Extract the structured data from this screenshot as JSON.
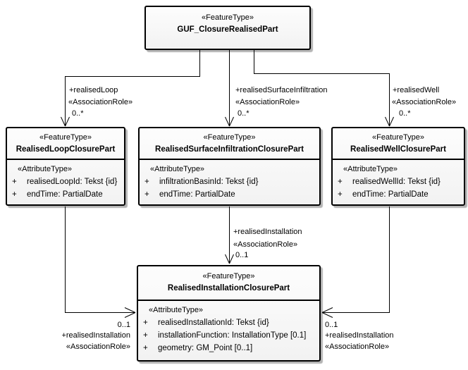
{
  "diagram": {
    "background": "#ffffff",
    "line_color": "#000000",
    "box_border_color": "#000000",
    "box_fill_top": "#fdfdfd",
    "box_fill_bottom": "#f2f2f2",
    "shadow_color": "#b4b4b4",
    "text_color": "#000000"
  },
  "classes": {
    "top": {
      "stereotype": "«FeatureType»",
      "name": "GUF_ClosureRealisedPart"
    },
    "loop": {
      "stereotype": "«FeatureType»",
      "name": "RealisedLoopClosurePart",
      "attr_header": "«AttributeType»",
      "attributes": [
        {
          "vis": "+",
          "text": "realisedLoopId: Tekst {id}"
        },
        {
          "vis": "+",
          "text": "endTime: PartialDate"
        }
      ]
    },
    "surface": {
      "stereotype": "«FeatureType»",
      "name": "RealisedSurfaceInfiltrationClosurePart",
      "attr_header": "«AttributeType»",
      "attributes": [
        {
          "vis": "+",
          "text": "infiltrationBasinId: Tekst {id}"
        },
        {
          "vis": "+",
          "text": "endTime: PartialDate"
        }
      ]
    },
    "well": {
      "stereotype": "«FeatureType»",
      "name": "RealisedWellClosurePart",
      "attr_header": "«AttributeType»",
      "attributes": [
        {
          "vis": "+",
          "text": "realisedWellId: Tekst {id}"
        },
        {
          "vis": "+",
          "text": "endTime: PartialDate"
        }
      ]
    },
    "installation": {
      "stereotype": "«FeatureType»",
      "name": "RealisedInstallationClosurePart",
      "attr_header": "«AttributeType»",
      "attributes": [
        {
          "vis": "+",
          "text": "realisedInstallationId: Tekst {id}"
        },
        {
          "vis": "+",
          "text": "installationFunction: InstallationType [0.1]"
        },
        {
          "vis": "+",
          "text": "geometry: GM_Point [0..1]"
        }
      ]
    }
  },
  "connectors": {
    "loop": {
      "role": "+realisedLoop",
      "stereotype": "«AssociationRole»",
      "multiplicity": "0..*"
    },
    "surface": {
      "role": "+realisedSurfaceInfiltration",
      "stereotype": "«AssociationRole»",
      "multiplicity": "0..*"
    },
    "well": {
      "role": "+realisedWell",
      "stereotype": "«AssociationRole»",
      "multiplicity": "0..*"
    },
    "installation_mid": {
      "role": "+realisedInstallation",
      "stereotype": "«AssociationRole»",
      "multiplicity": "0..1"
    },
    "installation_left": {
      "role": "+realisedInstallation",
      "stereotype": "«AssociationRole»",
      "multiplicity": "0..1"
    },
    "installation_right": {
      "role": "+realisedInstallation",
      "stereotype": "«AssociationRole»",
      "multiplicity": "0..1"
    }
  }
}
